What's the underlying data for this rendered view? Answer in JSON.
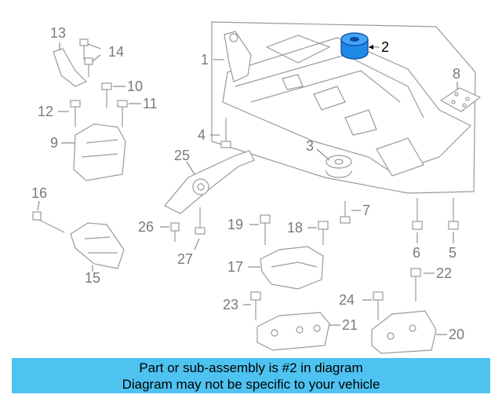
{
  "diagram": {
    "callouts": {
      "c1": "1",
      "c2": "2",
      "c3": "3",
      "c4": "4",
      "c5": "5",
      "c6": "6",
      "c7": "7",
      "c8": "8",
      "c9": "9",
      "c10": "10",
      "c11": "11",
      "c12": "12",
      "c13": "13",
      "c14": "14",
      "c15": "15",
      "c16": "16",
      "c17": "17",
      "c18": "18",
      "c19": "19",
      "c20": "20",
      "c21": "21",
      "c22": "22",
      "c23": "23",
      "c24": "24",
      "c25": "25",
      "c26": "26",
      "c27": "27"
    },
    "highlight_color": "#1e88e5",
    "line_color": "#9a9a9a"
  },
  "banner": {
    "line1": "Part or sub-assembly is #2 in diagram",
    "line2": "Diagram may not be specific to your vehicle",
    "background": "#4ec3f1"
  }
}
